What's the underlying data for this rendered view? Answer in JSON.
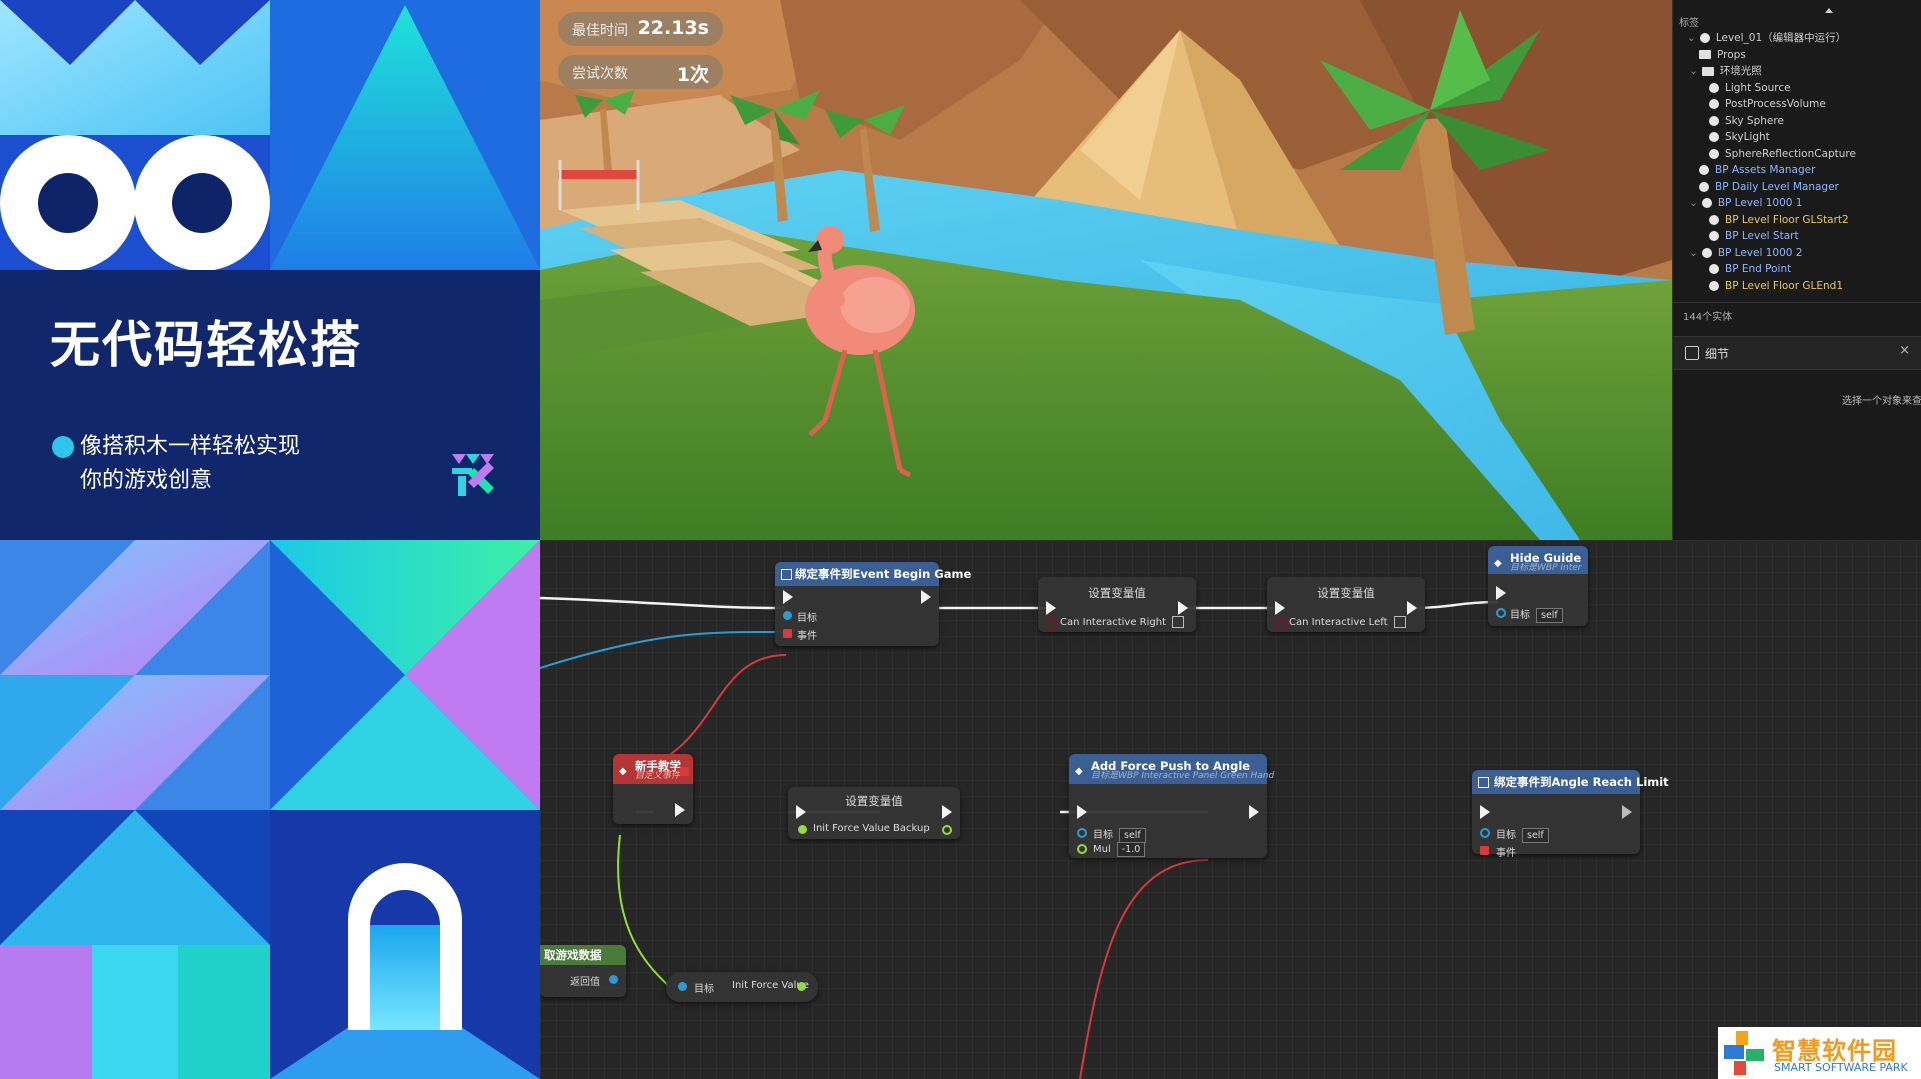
{
  "promo": {
    "headline": "无代码轻松搭",
    "subline": "像搭积木一样轻松实现\n你的游戏创意"
  },
  "hud": {
    "best_time_label": "最佳时间",
    "best_time_value": "22.13s",
    "attempts_label": "尝试次数",
    "attempts_value": "1次"
  },
  "outliner": {
    "header_label": "标签",
    "items": [
      {
        "label": "Level_01（编辑器中运行）",
        "depth": 0,
        "kind": "level"
      },
      {
        "label": "Props",
        "depth": 1,
        "kind": "folder"
      },
      {
        "label": "环境光照",
        "depth": 1,
        "kind": "folder"
      },
      {
        "label": "Light Source",
        "depth": 2,
        "kind": "actor"
      },
      {
        "label": "PostProcessVolume",
        "depth": 2,
        "kind": "actor"
      },
      {
        "label": "Sky Sphere",
        "depth": 2,
        "kind": "actor"
      },
      {
        "label": "SkyLight",
        "depth": 2,
        "kind": "actor"
      },
      {
        "label": "SphereReflectionCapture",
        "depth": 2,
        "kind": "actor"
      },
      {
        "label": "BP Assets Manager",
        "depth": 1,
        "kind": "bp"
      },
      {
        "label": "BP Daily Level Manager",
        "depth": 1,
        "kind": "bp"
      },
      {
        "label": "BP Level 1000 1",
        "depth": 1,
        "kind": "bp"
      },
      {
        "label": "BP Level Floor GLStart2",
        "depth": 2,
        "kind": "bp-yellow"
      },
      {
        "label": "BP Level Start",
        "depth": 2,
        "kind": "bp"
      },
      {
        "label": "BP Level 1000 2",
        "depth": 1,
        "kind": "bp"
      },
      {
        "label": "BP End Point",
        "depth": 2,
        "kind": "bp"
      },
      {
        "label": "BP Level Floor GLEnd1",
        "depth": 2,
        "kind": "bp-yellow"
      }
    ],
    "count_label": "144个实体",
    "details_tab": "细节",
    "details_hint": "选择一个对象来查"
  },
  "graph": {
    "node_bind_begin": {
      "title": "绑定事件到Event Begin Game",
      "pin_target": "目标",
      "pin_event": "事件"
    },
    "node_set_right": {
      "title": "设置变量值",
      "pin": "Can Interactive Right"
    },
    "node_set_left": {
      "title": "设置变量值",
      "pin": "Can Interactive Left"
    },
    "node_hide_guide": {
      "title": "Hide Guide",
      "subtitle": "目标是WBP Inter",
      "pin_target": "目标",
      "pin_value": "self"
    },
    "node_tutorial": {
      "title": "新手教学",
      "subtitle": "自定义事件"
    },
    "node_set_backup": {
      "title": "设置变量值",
      "pin": "Init Force Value Backup"
    },
    "node_add_force": {
      "title": "Add Force Push to Angle",
      "subtitle": "目标是WBP Interactive Panel Green Hand",
      "pin_target": "目标",
      "pin_target_value": "self",
      "pin_mul": "Mul",
      "pin_mul_value": "-1.0"
    },
    "node_bind_angle": {
      "title": "绑定事件到Angle Reach Limit",
      "pin_target": "目标",
      "pin_target_value": "self",
      "pin_event": "事件"
    },
    "node_get_data": {
      "title": "取游戏数据",
      "pin_return": "返回值"
    },
    "node_get_force": {
      "pin_target": "目标",
      "pin_value": "Init Force Value"
    }
  },
  "watermark": {
    "cn": "智慧软件园",
    "en": "SMART SOFTWARE PARK"
  },
  "colors": {
    "navy": "#10276b",
    "exec_wire": "#f2f2f2",
    "bool_pin": "#a3001e",
    "object_pin": "#2a9bd6",
    "float_pin": "#8fe03a",
    "event_pin": "#d63a3a"
  }
}
